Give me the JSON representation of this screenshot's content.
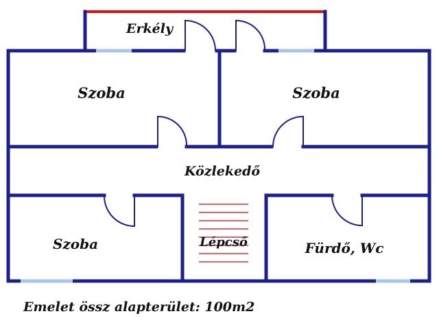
{
  "colors": {
    "wall": "#1c1f8c",
    "railing": "#e01010",
    "window": "#a9c6e8",
    "stairs": "#e03030",
    "background": "#ffffff",
    "text": "#111111"
  },
  "rooms": {
    "balcony": "Erkély",
    "room_top_left": "Szoba",
    "room_top_right": "Szoba",
    "corridor": "Közlekedő",
    "room_bottom_left": "Szoba",
    "stairs": "Lépcső",
    "bathroom": "Fürdő, Wc"
  },
  "caption": "Emelet össz alapterület: 100m2"
}
